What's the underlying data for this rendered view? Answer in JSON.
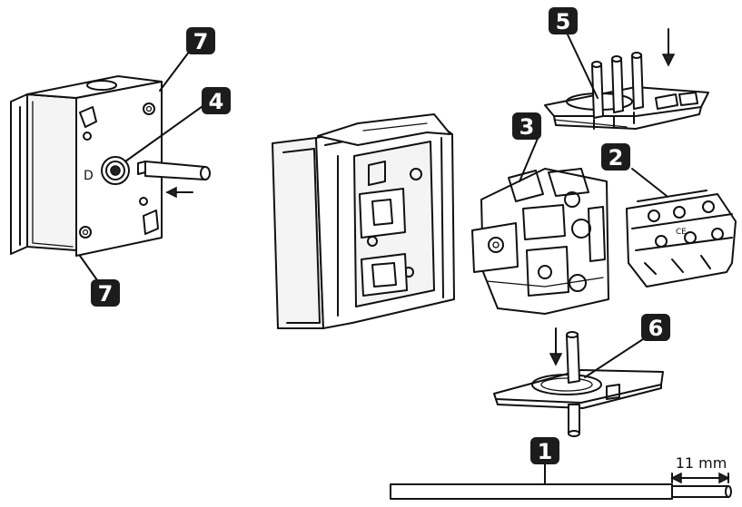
{
  "callouts": {
    "c1": "1",
    "c2": "2",
    "c3": "3",
    "c4": "4",
    "c5": "5",
    "c6": "6",
    "c7_top": "7",
    "c7_bottom": "7"
  },
  "dimension": {
    "strip_length": "11 mm"
  }
}
